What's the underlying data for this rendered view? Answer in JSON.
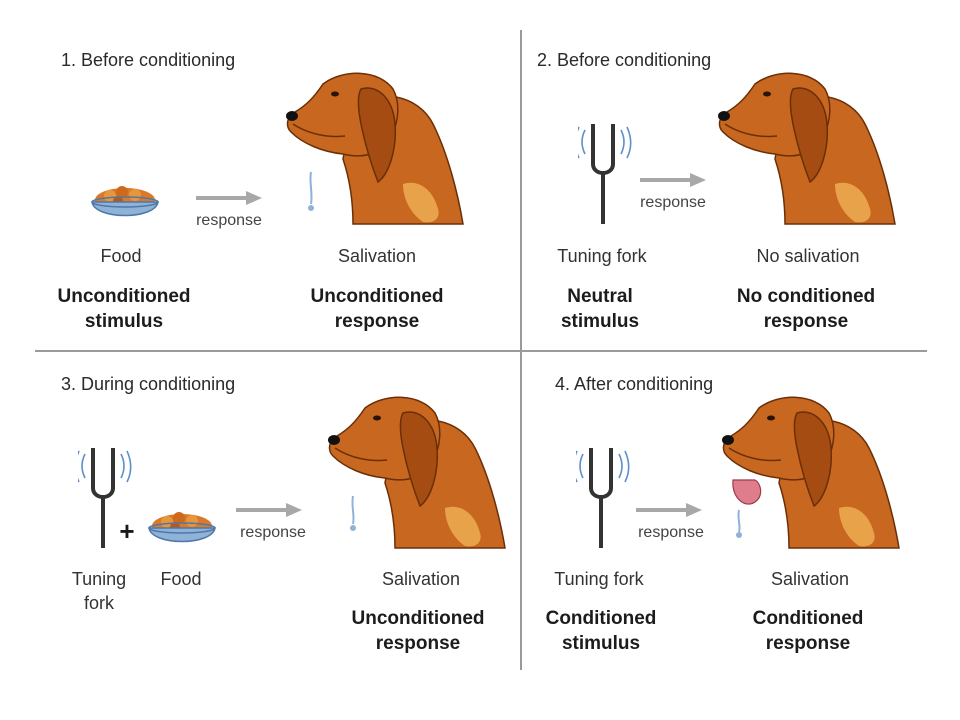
{
  "panels": [
    {
      "title": "1. Before conditioning",
      "response_label": "response",
      "stimulus_caption": "Food",
      "stimulus_term": "Unconditioned\nstimulus",
      "result_caption": "Salivation",
      "result_term": "Unconditioned\nresponse"
    },
    {
      "title": "2. Before conditioning",
      "response_label": "response",
      "stimulus_caption": "Tuning fork",
      "stimulus_term": "Neutral\nstimulus",
      "result_caption": "No salivation",
      "result_term": "No conditioned\nresponse"
    },
    {
      "title": "3. During conditioning",
      "response_label": "response",
      "stimulus_caption": "Tuning\nfork",
      "stimulus_caption_2": "Food",
      "plus": "+",
      "result_caption": "Salivation",
      "result_term": "Unconditioned\nresponse"
    },
    {
      "title": "4. After conditioning",
      "response_label": "response",
      "stimulus_caption": "Tuning fork",
      "stimulus_term": "Conditioned\nstimulus",
      "result_caption": "Salivation",
      "result_term": "Conditioned\nresponse"
    }
  ],
  "colors": {
    "divider": "#9a9a9a",
    "arrow": "#a8a8a8",
    "dog_fur": "#c8671f",
    "dog_dark": "#8a3e0c",
    "dog_light": "#e8a34a"
  }
}
